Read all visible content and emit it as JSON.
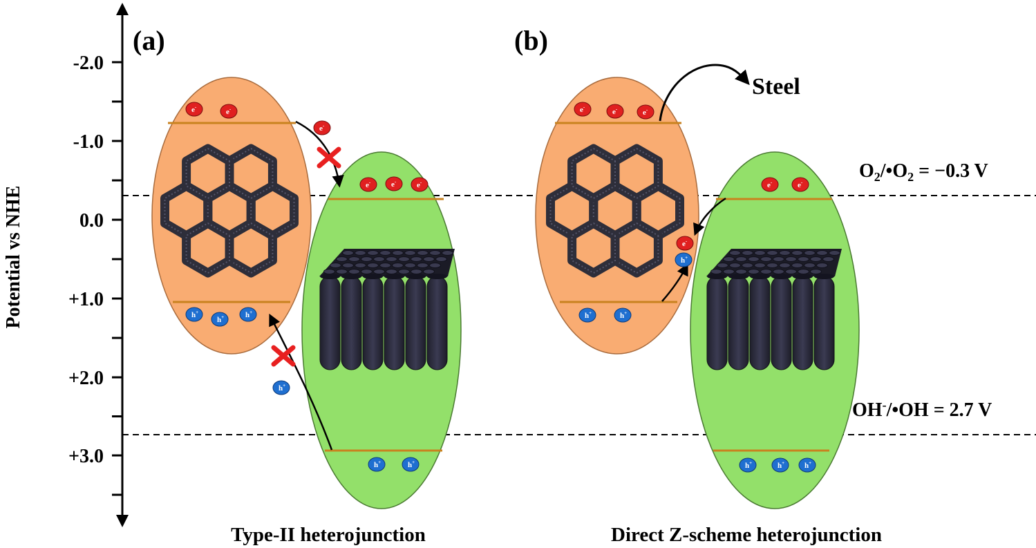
{
  "axis": {
    "title": "Potential vs NHE",
    "ticks": [
      "-2.0",
      "-1.0",
      "0.0",
      "+1.0",
      "+2.0",
      "+3.0"
    ]
  },
  "panels": {
    "a": {
      "label": "(a)",
      "caption": "Type-II heterojunction"
    },
    "b": {
      "label": "(b)",
      "caption": "Direct Z-scheme heterojunction",
      "steel": "Steel"
    }
  },
  "levels": {
    "o2": {
      "lhs": "O",
      "sub1": "2",
      "mid": "/•O",
      "sub2": "2",
      "rhs": " = −0.3 V"
    },
    "oh": {
      "lhs": "OH",
      "sup": "-",
      "rhs": "/•OH = 2.7 V"
    }
  },
  "carriers": {
    "electron": "e",
    "electron_sup": "-",
    "hole": "h",
    "hole_sup": "+"
  },
  "colors": {
    "orange_particle": "#f9ac72",
    "green_particle": "#93e06a",
    "band_line": "#c9821f",
    "electron": "#e02020",
    "hole": "#1f6fd0",
    "blocked_mark": "#e82020",
    "framework": "#2e2e3a",
    "nanotube": "#2a2a3c"
  },
  "icons": {
    "blocked": "red-x-icon",
    "framework": "honeycomb-framework-icon",
    "nanotubes": "nanotube-array-icon"
  }
}
